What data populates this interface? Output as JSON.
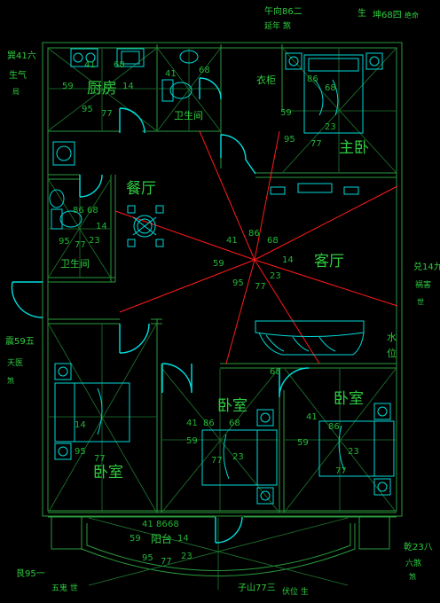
{
  "rooms": {
    "kitchen": "厨房",
    "toilet_top": "卫生间",
    "wardrobe": "衣柜",
    "master_bedroom": "主卧",
    "dining": "餐厅",
    "living": "客厅",
    "bathroom_left": "卫生间",
    "bedroom_left": "卧室",
    "bedroom_mid": "卧室",
    "bedroom_right": "卧室",
    "balcony": "阳台"
  },
  "compass_numbers": {
    "n86": "86",
    "n68": "68",
    "n14": "14",
    "n23": "23",
    "n77": "77",
    "n95": "95",
    "n59": "59",
    "n41": "41"
  },
  "edge_labels": {
    "top_center": "午向86二",
    "top_center2": "延年 煞",
    "top_right1": "生",
    "top_right2": "坤68四",
    "top_right3": "绝命",
    "left_top1": "巽41六",
    "left_top2": "生气",
    "left_top3": "局",
    "right_mid1": "兑14九",
    "right_mid2": "祸害",
    "right_mid3": "世",
    "right_mid4": "水",
    "right_mid5": "位",
    "left_mid1": "震59五",
    "left_mid2": "天医",
    "left_mid3": "煞",
    "bottom_right1": "乾23八",
    "bottom_right2": "六煞",
    "bottom_right3": "煞",
    "bottom_left1": "艮95一",
    "bottom_left2": "五鬼 世",
    "bottom_center1": "子山77三",
    "bottom_center2": "伏位 生"
  },
  "colors": {
    "wall": "#2a9a3c",
    "text": "#2fcc3f",
    "furniture": "#00d8d8",
    "compass_spoke": "#ff1a1a",
    "background": "#000000"
  }
}
